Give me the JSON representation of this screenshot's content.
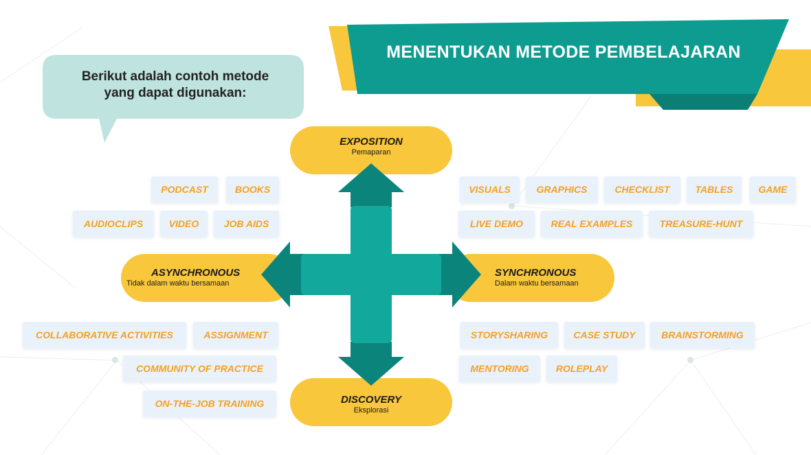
{
  "title": "MENENTUKAN METODE PEMBELAJARAN",
  "bubble": {
    "line1": "Berikut adalah contoh metode",
    "line2": "yang dapat digunakan:"
  },
  "quadrants": {
    "top": {
      "title": "EXPOSITION",
      "subtitle": "Pemaparan"
    },
    "bottom": {
      "title": "DISCOVERY",
      "subtitle": "Eksplorasi"
    },
    "left": {
      "title": "ASYNCHRONOUS",
      "subtitle": "Tidak dalam waktu bersamaan"
    },
    "right": {
      "title": "SYNCHRONOUS",
      "subtitle": "Dalam waktu bersamaan"
    }
  },
  "methods": {
    "top_left": [
      "PODCAST",
      "BOOKS",
      "AUDIOCLIPS",
      "VIDEO",
      "JOB AIDS"
    ],
    "top_right": [
      "VISUALS",
      "GRAPHICS",
      "CHECKLIST",
      "TABLES",
      "GAME",
      "LIVE DEMO",
      "REAL EXAMPLES",
      "TREASURE-HUNT"
    ],
    "bottom_left": [
      "COLLABORATIVE ACTIVITIES",
      "ASSIGNMENT",
      "COMMUNITY OF PRACTICE",
      "ON-THE-JOB TRAINING"
    ],
    "bottom_right": [
      "STORYSHARING",
      "CASE STUDY",
      "BRAINSTORMING",
      "MENTORING",
      "ROLEPLAY"
    ]
  },
  "colors": {
    "teal": "#0e9c90",
    "teal_dark": "#0b857b",
    "yellow": "#f9c73b",
    "chip_text": "#f5a021",
    "chip_bg": "#e9f2fb",
    "bubble": "#bfe3de"
  }
}
